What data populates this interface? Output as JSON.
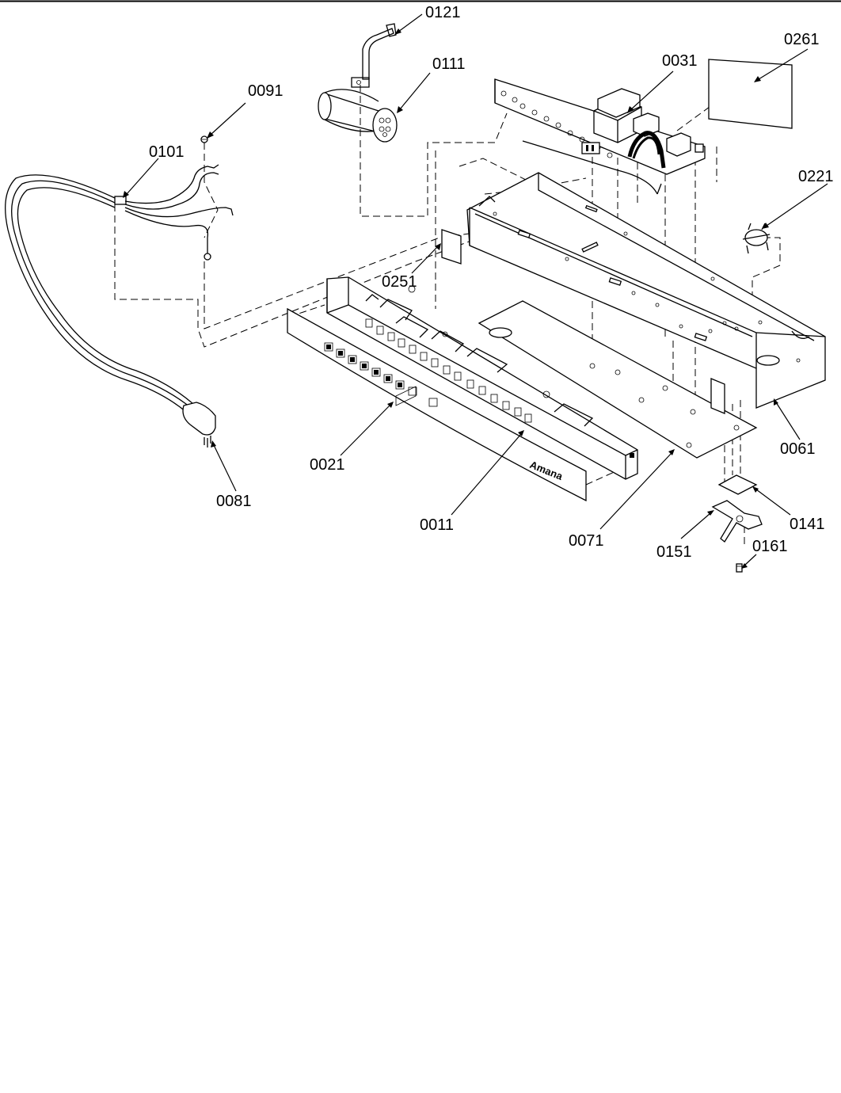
{
  "diagram": {
    "brand_text": "Amana",
    "callouts": [
      {
        "id": "c0121",
        "label": "0121"
      },
      {
        "id": "c0111",
        "label": "0111"
      },
      {
        "id": "c0091",
        "label": "0091"
      },
      {
        "id": "c0101",
        "label": "0101"
      },
      {
        "id": "c0031",
        "label": "0031"
      },
      {
        "id": "c0261",
        "label": "0261"
      },
      {
        "id": "c0221",
        "label": "0221"
      },
      {
        "id": "c0251",
        "label": "0251"
      },
      {
        "id": "c0021",
        "label": "0021"
      },
      {
        "id": "c0081",
        "label": "0081"
      },
      {
        "id": "c0011",
        "label": "0011"
      },
      {
        "id": "c0071",
        "label": "0071"
      },
      {
        "id": "c0061",
        "label": "0061"
      },
      {
        "id": "c0141",
        "label": "0141"
      },
      {
        "id": "c0151",
        "label": "0151"
      },
      {
        "id": "c0161",
        "label": "0161"
      }
    ]
  }
}
